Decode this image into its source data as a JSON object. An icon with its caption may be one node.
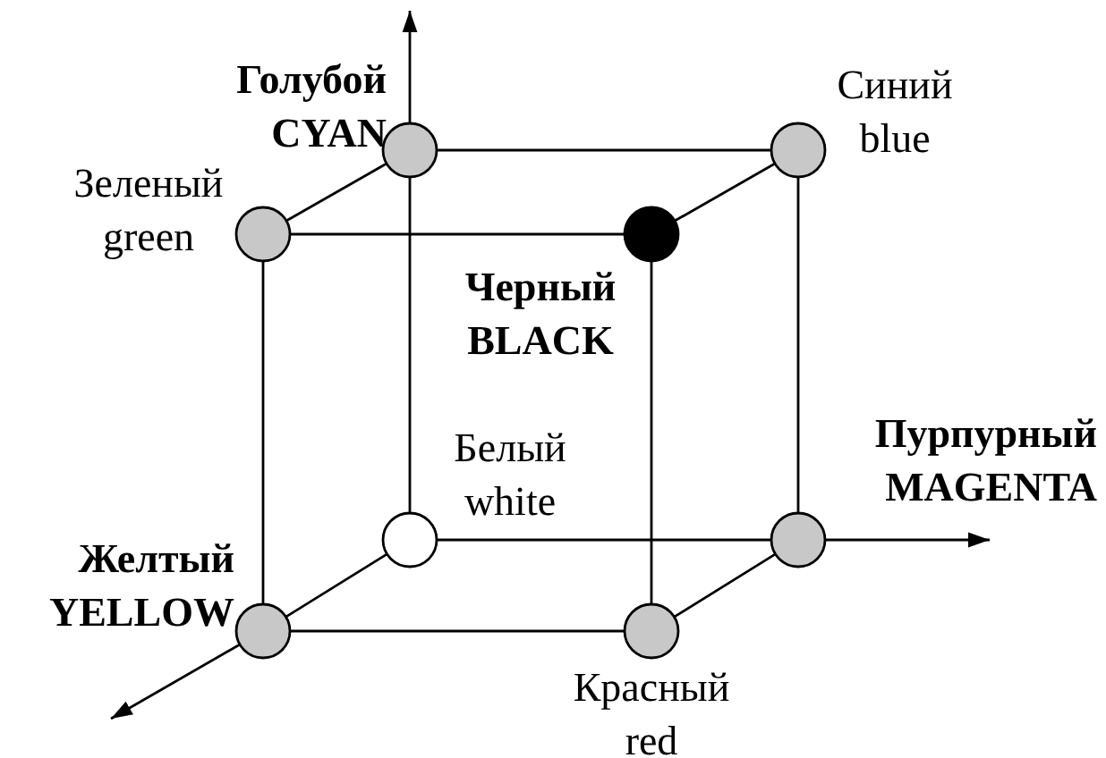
{
  "diagram": {
    "nodes": [
      {
        "text": [],
        "shape": "circle",
        "beside": [
          "Голубой",
          "CYAN"
        ]
      },
      {
        "text": [],
        "shape": "circle",
        "beside": [
          "Синий",
          "blue"
        ]
      },
      {
        "text": [],
        "shape": "circle",
        "beside": [
          "Зеленый",
          "green"
        ]
      },
      {
        "text": [],
        "shape": "circle",
        "beside": [
          "Черный",
          "BLACK"
        ]
      },
      {
        "text": [],
        "shape": "circle",
        "beside": [
          "Белый",
          "white"
        ]
      },
      {
        "text": [],
        "shape": "circle",
        "beside": [
          "Пурпурный",
          "MAGENTA"
        ]
      },
      {
        "text": [],
        "shape": "circle",
        "beside": [
          "Желтый",
          "YELLOW"
        ]
      },
      {
        "text": [],
        "shape": "circle",
        "beside": [
          "Красный",
          "red"
        ]
      }
    ],
    "edges": [
      {
        "from": 0,
        "to": 1,
        "arrow": "none"
      },
      {
        "from": 0,
        "to": 2,
        "arrow": "none"
      },
      {
        "from": 2,
        "to": 3,
        "arrow": "none"
      },
      {
        "from": 1,
        "to": 3,
        "arrow": "none"
      },
      {
        "from": 4,
        "to": 5,
        "arrow": "none"
      },
      {
        "from": 4,
        "to": 6,
        "arrow": "none"
      },
      {
        "from": 6,
        "to": 7,
        "arrow": "none"
      },
      {
        "from": 5,
        "to": 7,
        "arrow": "none"
      },
      {
        "from": 2,
        "to": 6,
        "arrow": "none"
      },
      {
        "from": 0,
        "to": 4,
        "arrow": "none"
      },
      {
        "from": 1,
        "to": 5,
        "arrow": "none"
      },
      {
        "from": 3,
        "to": 7,
        "arrow": "none"
      },
      {
        "from": 0,
        "to": null,
        "arrow": "to"
      },
      {
        "from": 5,
        "to": null,
        "arrow": "to"
      },
      {
        "from": 6,
        "to": null,
        "arrow": "to"
      }
    ]
  }
}
